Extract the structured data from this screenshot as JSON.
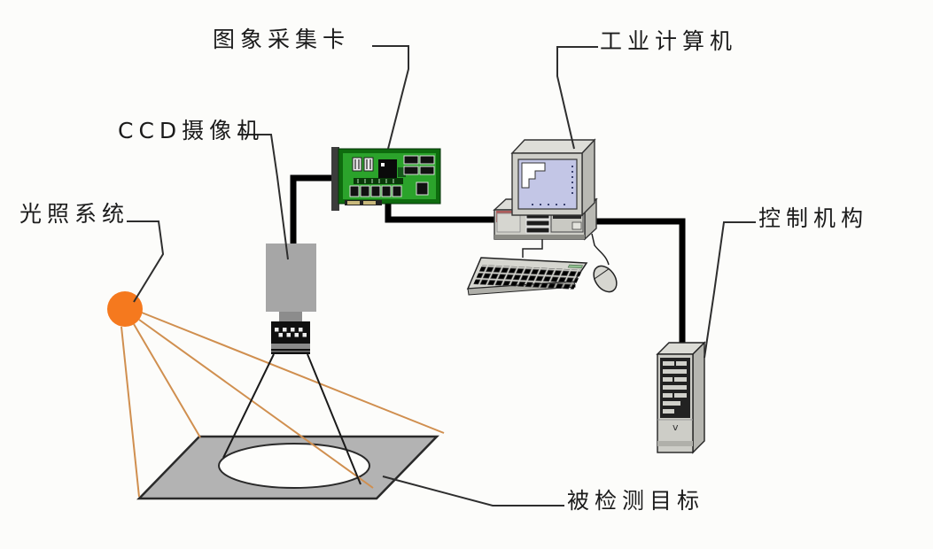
{
  "labels": {
    "capture_card": "图象采集卡",
    "industrial_computer": "工业计算机",
    "ccd_camera": "CCD摄像机",
    "lighting_system": "光照系统",
    "control_mechanism": "控制机构",
    "inspection_target": "被检测目标"
  },
  "tower": {
    "mark": "v"
  },
  "colors": {
    "light_orange": "#f5791e",
    "ray_tan": "#d08f4f",
    "board_green": "#2ba32b",
    "board_dark_green": "#0e6b0e",
    "screen_blue": "#c3c6e6",
    "platform_gray": "#b3b3b3",
    "cable_black": "#000000"
  }
}
